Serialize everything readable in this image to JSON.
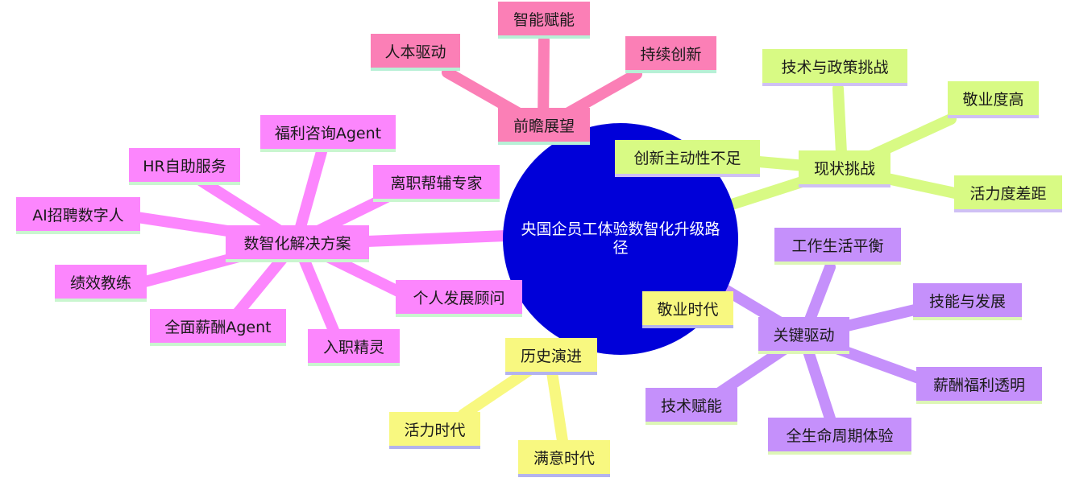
{
  "center": {
    "label": "央国企员工体验数智化升级路径"
  },
  "branches": {
    "future": {
      "label": "前瞻展望",
      "children": [
        "人本驱动",
        "智能赋能",
        "持续创新"
      ]
    },
    "status": {
      "label": "现状挑战",
      "children": [
        "技术与政策挑战",
        "敬业度高",
        "创新主动性不足",
        "活力度差距"
      ]
    },
    "solutions": {
      "label": "数智化解决方案",
      "children": [
        "福利咨询Agent",
        "HR自助服务",
        "离职帮辅专家",
        "AI招聘数字人",
        "绩效教练",
        "全面薪酬Agent",
        "入职精灵",
        "个人发展顾问"
      ]
    },
    "drivers": {
      "label": "关键驱动",
      "children": [
        "工作生活平衡",
        "技能与发展",
        "薪酬福利透明",
        "全生命周期体验",
        "技术赋能"
      ]
    },
    "history": {
      "label": "历史演进",
      "children": [
        "敬业时代",
        "活力时代",
        "满意时代"
      ]
    }
  },
  "colors": {
    "center": "#0000d9",
    "future": "#fb7fb6",
    "solutions": "#fc86fd",
    "status": "#d8fa84",
    "drivers": "#c590fb",
    "history": "#f8f880"
  }
}
